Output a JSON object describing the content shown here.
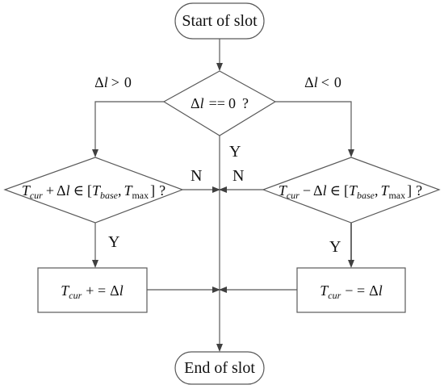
{
  "nodes": {
    "start": "Start of slot",
    "decision": "Δl == 0 ?",
    "left_check": "T_cur + Δl ∈ [T_base, T_max] ?",
    "right_check": "T_cur − Δl ∈ [T_base, T_max] ?",
    "left_action": "T_cur += Δl",
    "right_action": "T_cur −= Δl",
    "end": "End of slot"
  },
  "edges": {
    "delta_positive": "Δl > 0",
    "delta_negative": "Δl < 0",
    "yes_center": "Y",
    "yes_left": "Y",
    "yes_right": "Y",
    "no_left": "N",
    "no_right": "N"
  },
  "math": {
    "delta": "Δ",
    "l": "l",
    "T": "T",
    "cur": "cur",
    "base": "base",
    "max": "max",
    "zero": "0",
    "plus": "+",
    "minus": "−",
    "in": "∈",
    "lbrack": "[",
    "comma": ",",
    "rbrack": "]",
    "q": "?",
    "eqeq": "==",
    "pluseq": "+ =",
    "minuseq": "− ="
  },
  "colors": {
    "stroke": "#595959",
    "arrowhead": "#404040",
    "text": "#111111",
    "background": "#ffffff"
  }
}
